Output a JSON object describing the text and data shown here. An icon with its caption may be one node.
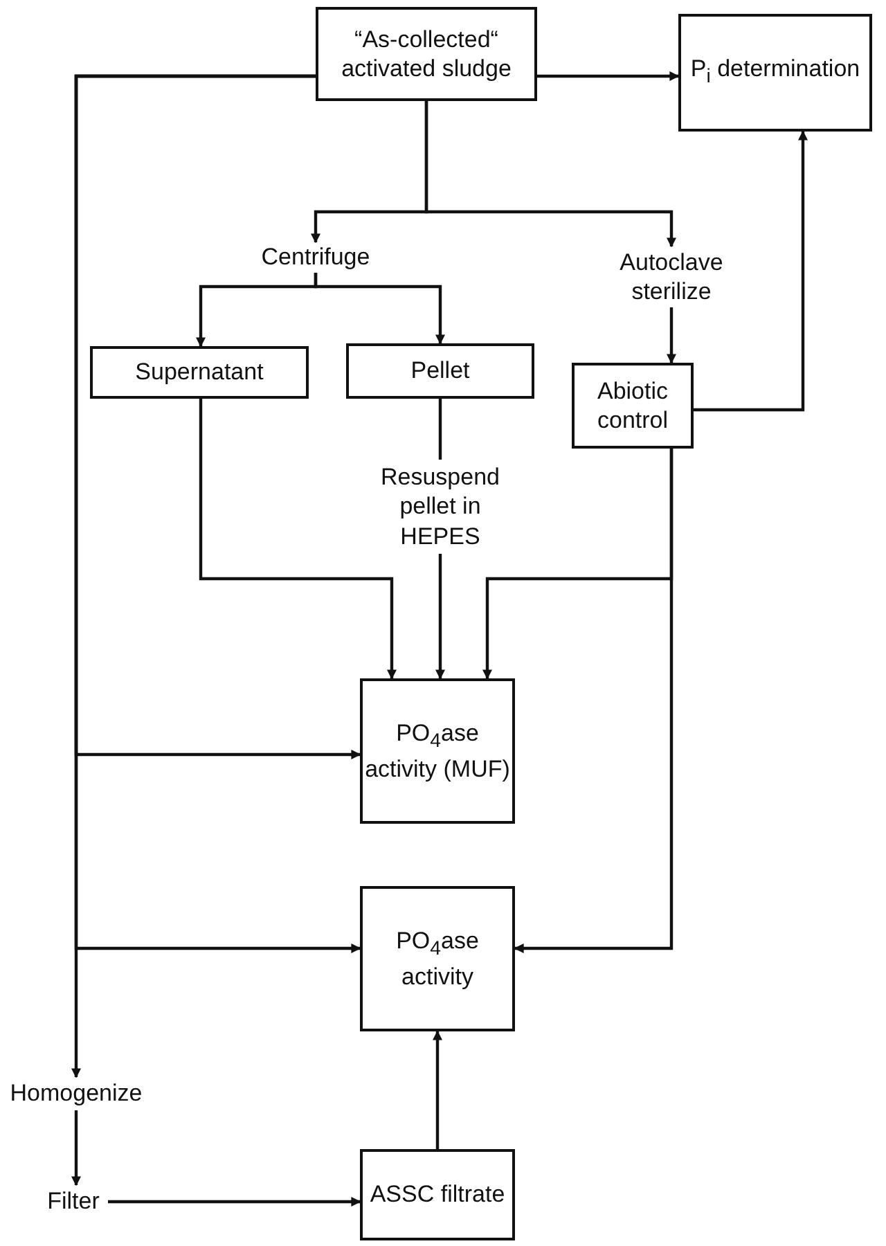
{
  "diagram": {
    "nodes": [
      {
        "text": [
          "“As-collected“ activated sludge"
        ]
      },
      {
        "text": [
          "P$_{i}$ determination"
        ]
      },
      {
        "text": [
          "Centrifuge"
        ]
      },
      {
        "text": [
          "Autoclave sterilize"
        ]
      },
      {
        "text": [
          "Supernatant"
        ]
      },
      {
        "text": [
          "Pellet"
        ]
      },
      {
        "text": [
          "Abiotic control"
        ]
      },
      {
        "text": [
          "PO$_{4}$ase activity (MUF)"
        ]
      },
      {
        "text": [
          "PO$_{4}$ase activity"
        ]
      },
      {
        "text": [
          "Homogenize"
        ]
      },
      {
        "text": [
          "Filter"
        ]
      },
      {
        "text": [
          "ASSC filtrate"
        ]
      }
    ],
    "edges": [
      {
        "from": 0,
        "to": 1,
        "arrow": "to"
      },
      {
        "from": 0,
        "to": 2,
        "arrow": "to"
      },
      {
        "from": 0,
        "to": 3,
        "arrow": "to"
      },
      {
        "from": 2,
        "to": 4,
        "arrow": "to"
      },
      {
        "from": 2,
        "to": 5,
        "arrow": "to"
      },
      {
        "from": 3,
        "to": 6,
        "arrow": "to"
      },
      {
        "from": 6,
        "to": 1,
        "arrow": "to"
      },
      {
        "from": 4,
        "to": 7,
        "arrow": "to"
      },
      {
        "from": 5,
        "to": 7,
        "arrow": "to",
        "label": "Resuspend pellet in HEPES"
      },
      {
        "from": 6,
        "to": 7,
        "arrow": "to"
      },
      {
        "from": 6,
        "to": 8,
        "arrow": "to"
      },
      {
        "from": 0,
        "to": 7,
        "arrow": "to"
      },
      {
        "from": 0,
        "to": 8,
        "arrow": "to"
      },
      {
        "from": 0,
        "to": 9,
        "arrow": "to"
      },
      {
        "from": 9,
        "to": 10,
        "arrow": "to"
      },
      {
        "from": 10,
        "to": 11,
        "arrow": "to"
      },
      {
        "from": 11,
        "to": 8,
        "arrow": "to"
      }
    ]
  }
}
